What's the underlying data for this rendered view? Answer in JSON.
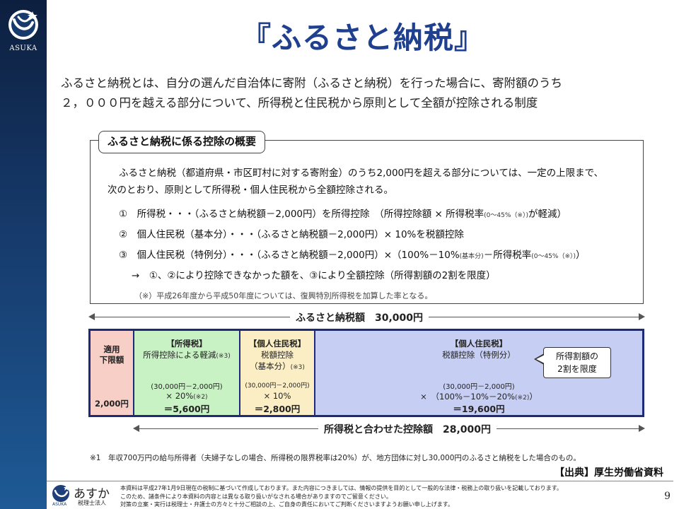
{
  "brand": {
    "logo_text": "ASUKA",
    "accent": "#1f3f8f",
    "sidebar_color": "#163a6b"
  },
  "title": "『ふるさと納税』",
  "intro": [
    "ふるさと納税とは、自分の選んだ自治体に寄附（ふるさと納税）を行った場合に、寄附額のうち",
    "２，０００円を越える部分について、所得税と住民税から原則として全額が控除される制度"
  ],
  "overview": {
    "tab_title": "ふるさと納税に係る控除の概要",
    "desc1": "ふるさと納税（都道府県・市区町村に対する寄附金）のうち2,000円を超える部分については、一定の上限まで、",
    "desc2": "次のとおり、原則として所得税・個人住民税から全額控除される。",
    "item1_main": "①　所得税・・・（ふるさと納税額－2,000円）を所得控除　（所得控除額 × 所得税率",
    "item1_small": "(0～45%（※）)",
    "item1_end": "が軽減）",
    "item2": "②　個人住民税（基本分）・・・（ふるさと納税額－2,000円）× 10%を税額控除",
    "item3_main": "③　個人住民税（特例分）・・・（ふるさと納税額－2,000円）×（100%－10%",
    "item3_small1": "(基本分)",
    "item3_mid": "－所得税率",
    "item3_small2": "(0～45%（※）)",
    "item3_end": "）",
    "arrow_text": "→　①、②により控除できなかった額を、③により全額控除（所得割額の2割を限度）",
    "note": "（※）平成26年度から平成50年度については、復興特別所得税を加算した率となる。"
  },
  "top_arrow_label": "ふるさと納税額　30,000円",
  "bottom_arrow_label": "所得税と合わせた控除額　28,000円",
  "segments": {
    "pink": {
      "l1": "適用",
      "l2": "下限額",
      "amount": "2,000円"
    },
    "green": {
      "h1": "【所得税】",
      "h2": "所得控除による軽減",
      "h2_note": "(※3)",
      "f1": "(30,000円－2,000円)",
      "f2": "× 20%",
      "f2_note": "(※2)",
      "result": "＝5,600円"
    },
    "yellow": {
      "h1": "【個人住民税】",
      "h2": "税額控除",
      "h3": "（基本分）",
      "h3_note": "(※3)",
      "f1": "(30,000円－2,000円)",
      "f2": "× 10%",
      "result": "＝2,800円"
    },
    "blue": {
      "h1": "【個人住民税】",
      "h2": "税額控除（特例分）",
      "f1": "(30,000円－2,000円)",
      "f2": "×　（100%－10%－20%",
      "f2_note": "(※2)",
      "f2_end": "）",
      "result": "＝19,600円"
    }
  },
  "callout": {
    "l1": "所得割額の",
    "l2": "2割を限度"
  },
  "footnote": "※1　年収700万円の給与所得者（夫婦子なしの場合、所得税の限界税率は20%）が、地方団体に対し30,000円のふるさと納税をした場合のもの。",
  "source": "【出典】厚生労働省資料",
  "footer": {
    "brand": "あすか",
    "sub": "税理士法人",
    "asuka": "ASUKA",
    "disclaimer": [
      "本資料は平成27年1月9日現在の税制に基づいて作成しております。また内容につきましては、情報の提供を目的として一般的な法律・税務上の取り扱いを記載しております。",
      "このため、諸条件により本資料の内容とは異なる取り扱いがなされる場合がありますのでご留意ください。",
      "対策の立案・実行は税理士・弁護士の方々と十分ご相談の上、ご自身の責任においてご判断くださいますようお願い申し上げます。"
    ],
    "page": "9"
  }
}
